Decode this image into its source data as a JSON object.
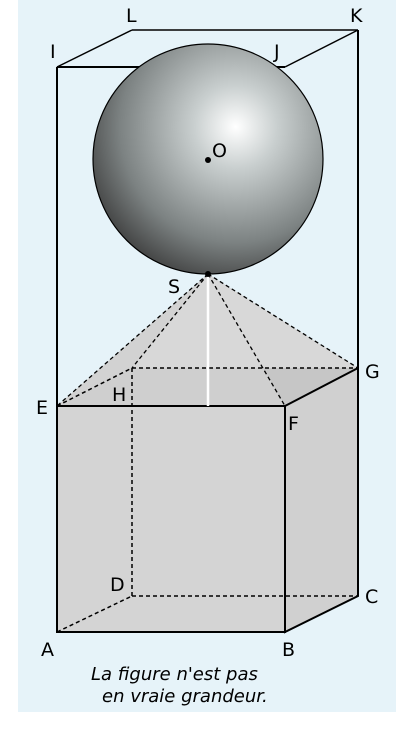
{
  "labels": {
    "L": "L",
    "K": "K",
    "I": "I",
    "J": "J",
    "O": "O",
    "S": "S",
    "E": "E",
    "H": "H",
    "F": "F",
    "G": "G",
    "D": "D",
    "C": "C",
    "A": "A",
    "B": "B"
  },
  "caption": {
    "line1": "La figure n'est pas",
    "line2": "en vraie grandeur."
  },
  "colors": {
    "panel": "#e6f3f9",
    "cube_fill": "#d4d4d4",
    "pyramid_fill": "#d0d0d0",
    "stroke": "#000000",
    "sphere_light": "#ffffff",
    "sphere_dark": "#3a3a3a"
  }
}
